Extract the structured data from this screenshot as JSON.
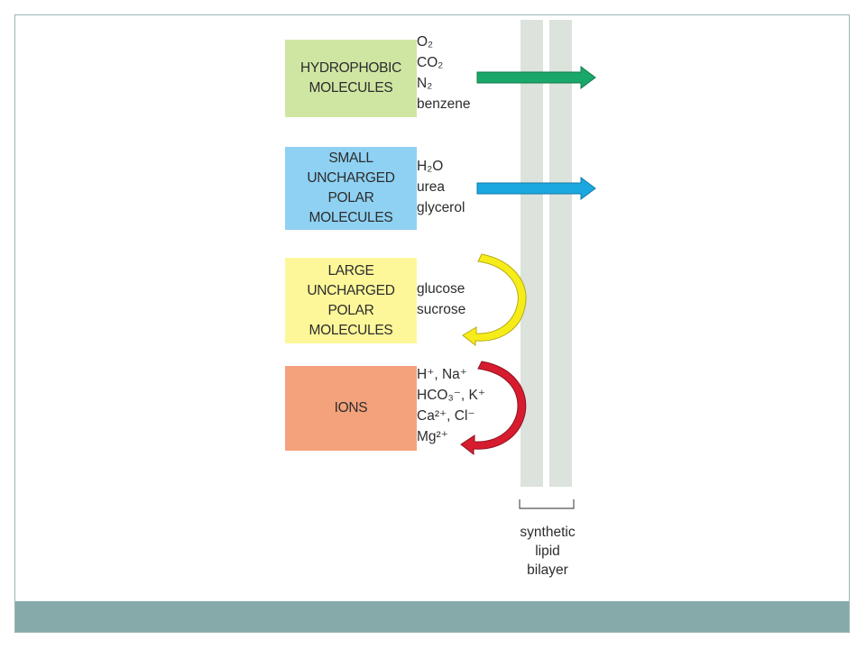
{
  "colors": {
    "hydrophobic_box": "#cfe6a3",
    "small_polar_box": "#8fd1f2",
    "large_polar_box": "#fdf79a",
    "ions_box": "#f4a27c",
    "green_arrow": "#1aa86a",
    "blue_arrow": "#1ba8e0",
    "yellow_arrow": "#f6ec1a",
    "red_arrow": "#d61c2e",
    "membrane": "#dce2dc",
    "footer_bar": "#86aaaa"
  },
  "categories": [
    {
      "label": "HYDROPHOBIC\nMOLECULES",
      "molecules": [
        "O₂",
        "CO₂",
        "N₂",
        "benzene"
      ],
      "arrow": "crosses-membrane-arrow"
    },
    {
      "label": "SMALL\nUNCHARGED\nPOLAR\nMOLECULES",
      "molecules": [
        "H₂O",
        "urea",
        "glycerol"
      ],
      "arrow": "crosses-membrane-arrow"
    },
    {
      "label": "LARGE\nUNCHARGED\nPOLAR\nMOLECULES",
      "molecules": [
        "glucose",
        "sucrose"
      ],
      "arrow": "blocked-curved-arrow"
    },
    {
      "label": "IONS",
      "molecules": [
        "H⁺, Na⁺",
        "HCO₃⁻, K⁺",
        "Ca²⁺, Cl⁻",
        "Mg²⁺"
      ],
      "arrow": "blocked-curved-arrow"
    }
  ],
  "bilayer_label": "synthetic\nlipid\nbilayer"
}
